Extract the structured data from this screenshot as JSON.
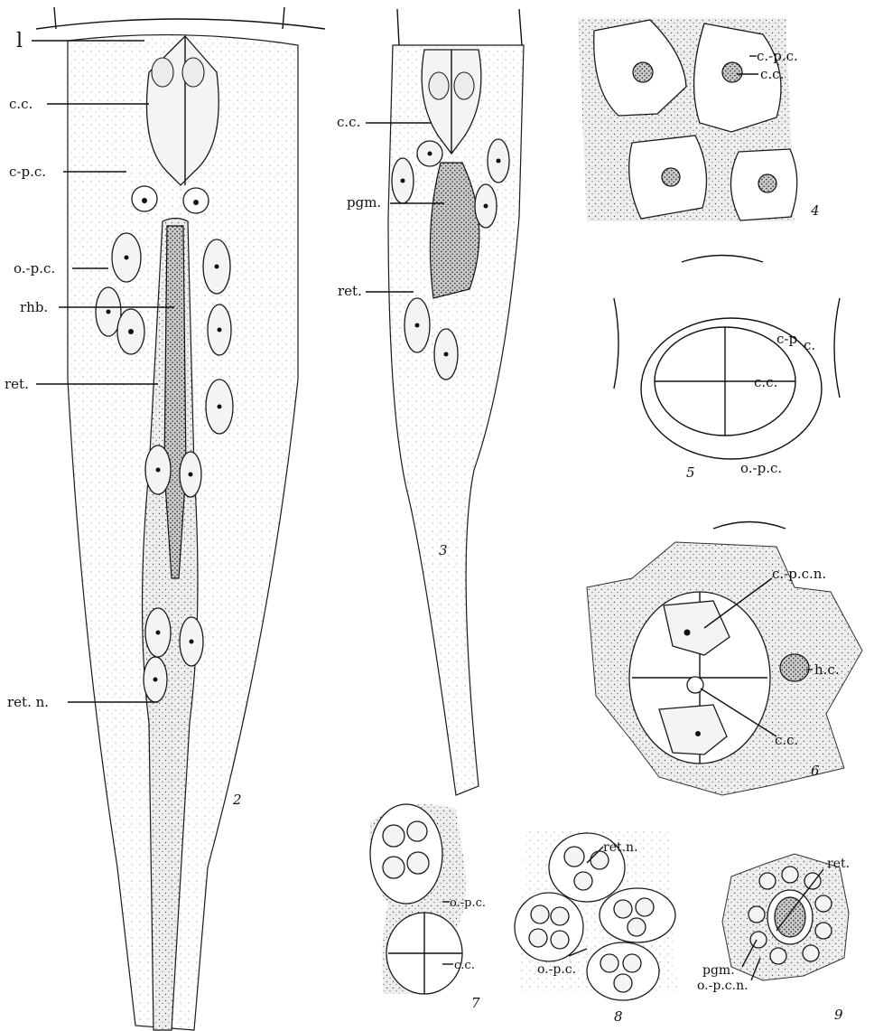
{
  "figure_numbers": {
    "f2": "2",
    "f3": "3",
    "f4": "4",
    "f5": "5",
    "f6": "6",
    "f7": "7",
    "f8": "8",
    "f9": "9"
  },
  "labels": {
    "fig2": {
      "l": "l",
      "cc": "c.c.",
      "cpc": "c-p.c.",
      "opc": "o.-p.c.",
      "rhb": "rhb.",
      "ret": "ret.",
      "retn": "ret. n."
    },
    "fig3": {
      "cc": "c.c.",
      "pgm": "pgm.",
      "ret": "ret."
    },
    "fig4": {
      "cpc": "c.-p.c.",
      "cc": "c.c."
    },
    "fig5": {
      "cpc_a": "c-p",
      "cpc_b": "c.",
      "cc": "c.c.",
      "opc": "o.-p.c."
    },
    "fig6": {
      "cpcn": "c.-p.c.n.",
      "hc": "h.c.",
      "cc": "c.c."
    },
    "fig7": {
      "opc": "o.-p.c.",
      "cc": "c.c."
    },
    "fig8": {
      "retn": "ret.n.",
      "opc": "o.-p.c."
    },
    "fig9": {
      "ret": "ret.",
      "pgm": "pgm.",
      "opcn": "o.-p.c.n."
    }
  }
}
